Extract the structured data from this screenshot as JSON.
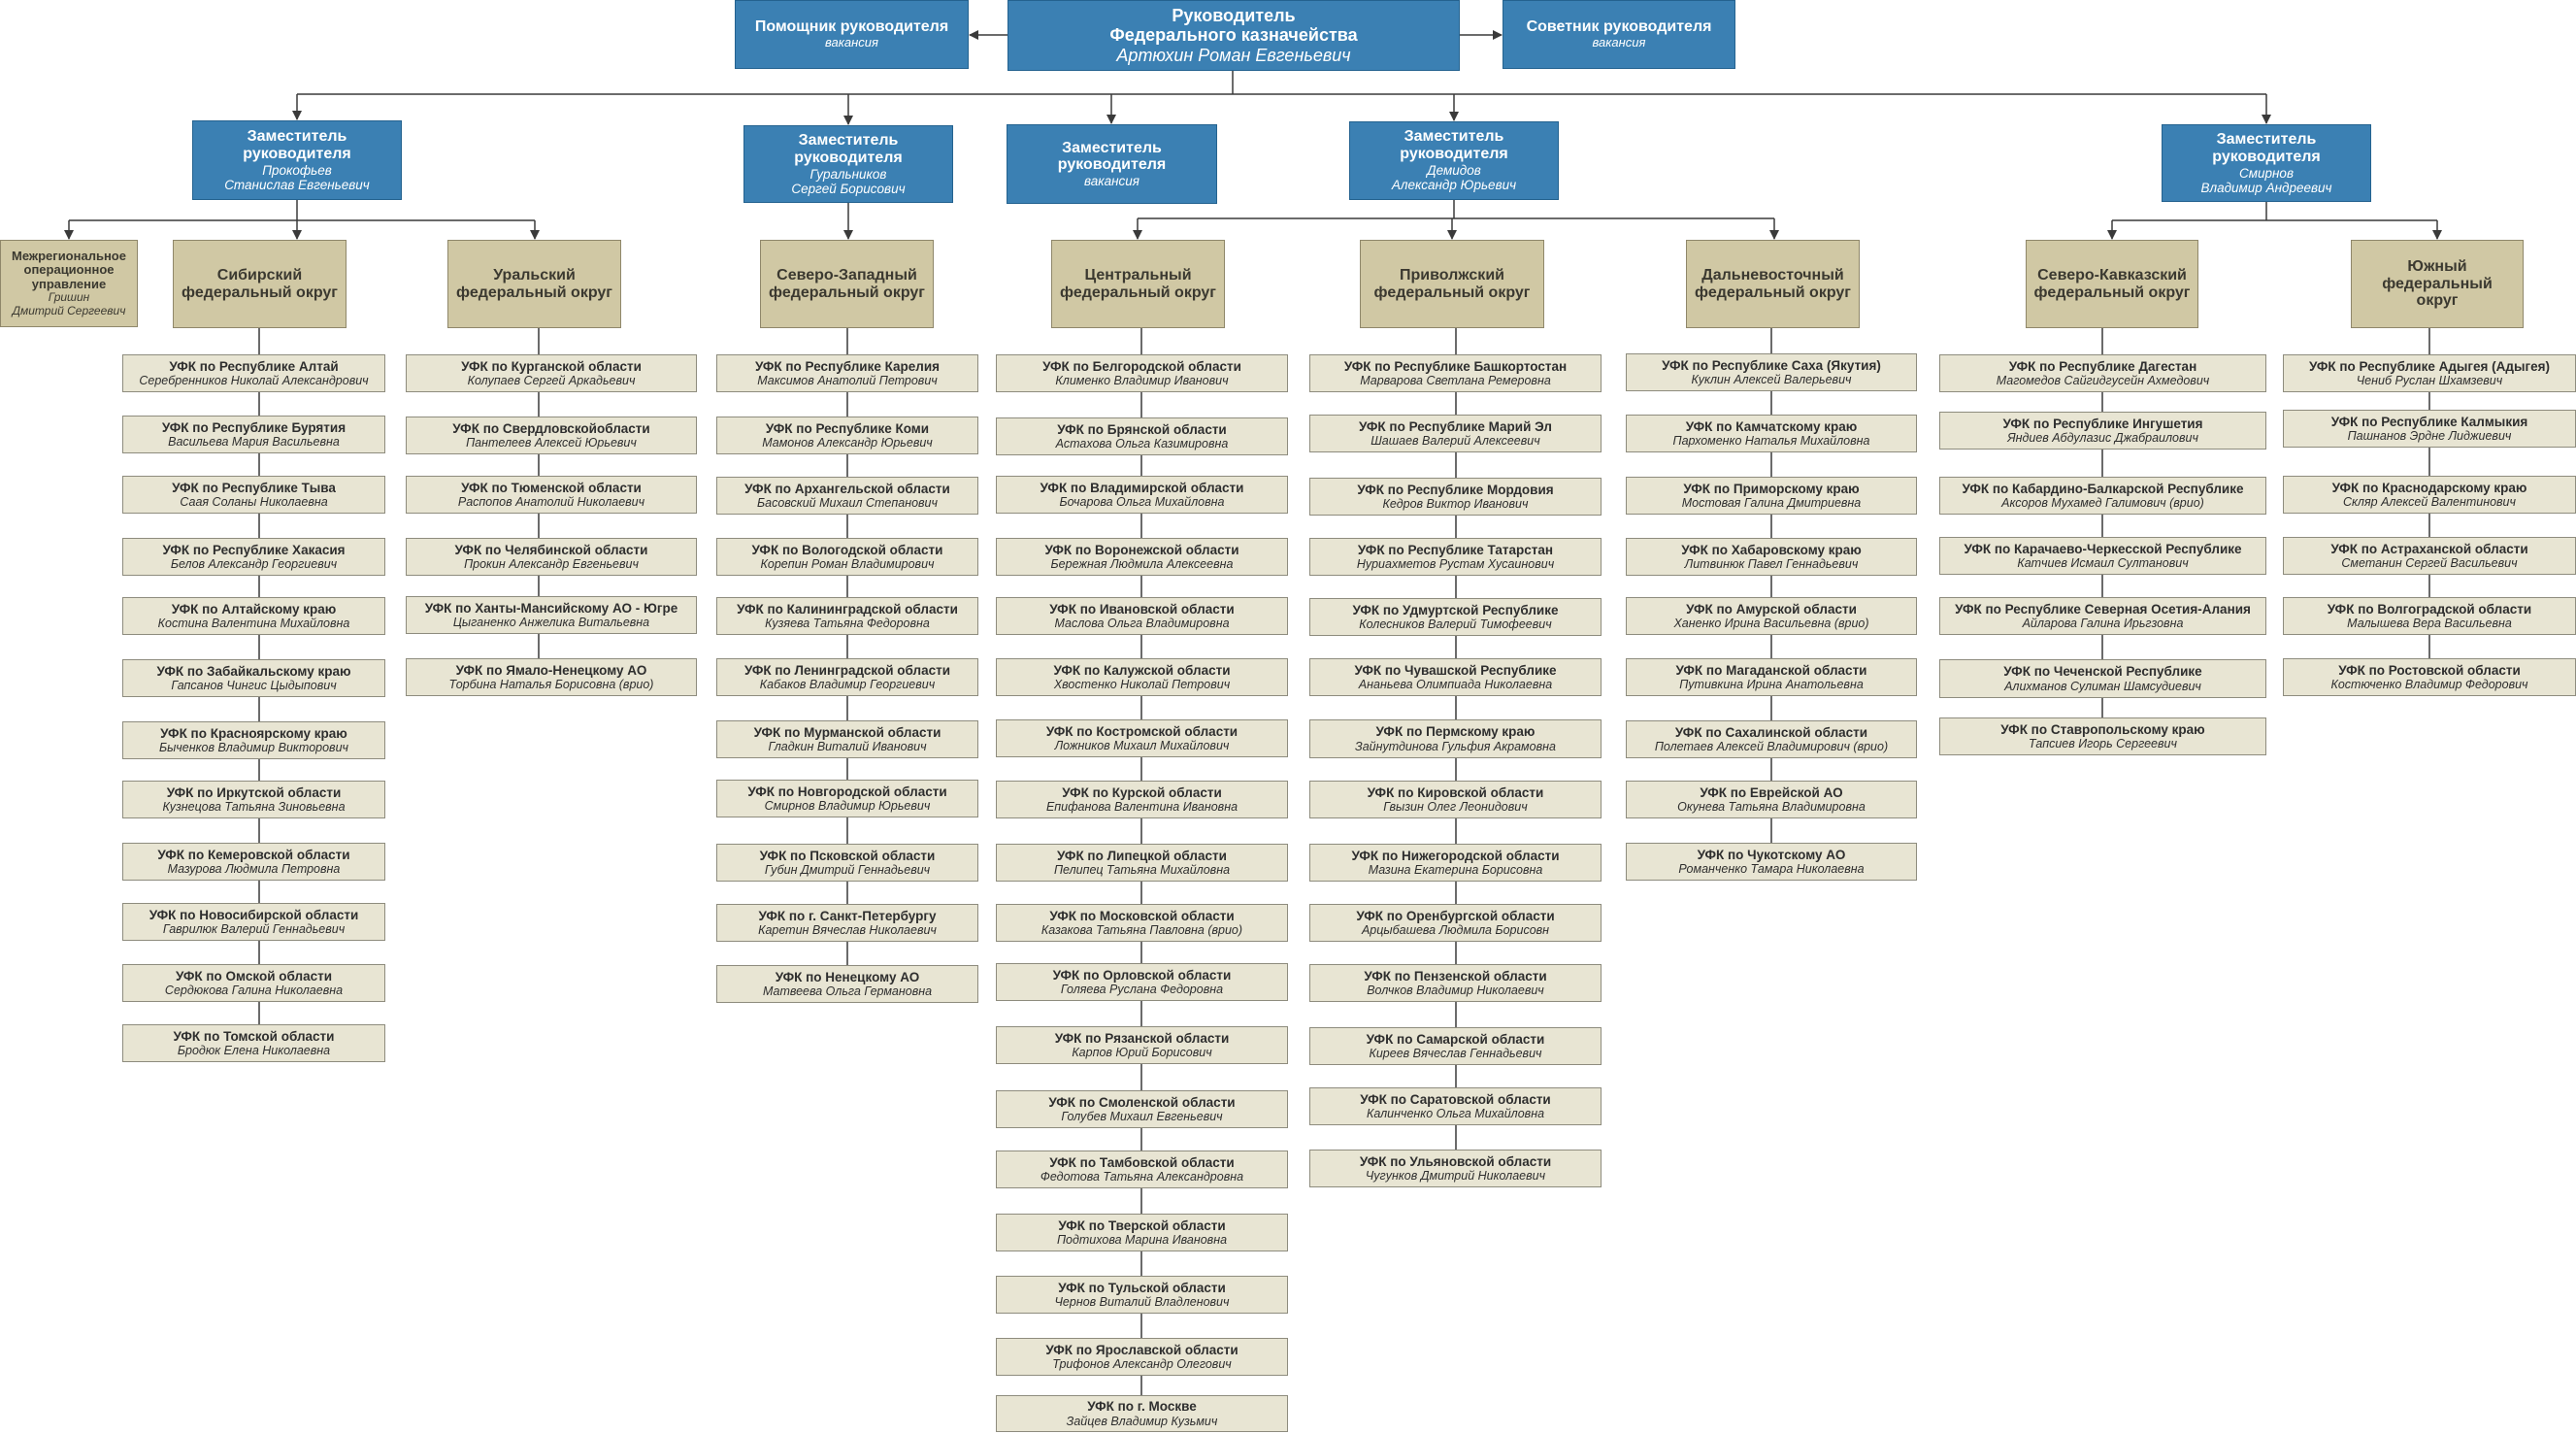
{
  "colors": {
    "leader_fill": "#3b80b3",
    "district_fill": "#d0c8a4",
    "ufk_fill": "#e8e5d3",
    "line": "#3a3a3a"
  },
  "head": {
    "title_line1": "Руководитель",
    "title_line2": "Федерального казначейства",
    "name": "Артюхин Роман Евгеньевич"
  },
  "assistant": {
    "title": "Помощник руководителя",
    "name": "вакансия"
  },
  "advisor": {
    "title": "Советник руководителя",
    "name": "вакансия"
  },
  "deputies": [
    {
      "title": "Заместитель руководителя",
      "name1": "Прокофьев",
      "name2": "Станислав Евгеньевич"
    },
    {
      "title": "Заместитель руководителя",
      "name1": "Гуральников",
      "name2": "Сергей Борисович"
    },
    {
      "title": "Заместитель руководителя",
      "name1": "вакансия",
      "name2": ""
    },
    {
      "title": "Заместитель руководителя",
      "name1": "Демидов",
      "name2": "Александр Юрьевич"
    },
    {
      "title": "Заместитель руководителя",
      "name1": "Смирнов",
      "name2": "Владимир Андреевич"
    }
  ],
  "interregional": {
    "line1": "Межрегиональное",
    "line2": "операционное",
    "line3": "управление",
    "name1": "Гришин",
    "name2": "Дмитрий Сергеевич"
  },
  "districts": [
    {
      "l1": "Сибирский",
      "l2": "федеральный округ",
      "ufk": [
        {
          "title": "УФК по Республике Алтай",
          "name": "Серебренников Николай Александрович"
        },
        {
          "title": "УФК по Республике Бурятия",
          "name": "Васильева Мария Васильевна"
        },
        {
          "title": "УФК по Республике Тыва",
          "name": "Саая Соланы Николаевна"
        },
        {
          "title": "УФК по Республике Хакасия",
          "name": "Белов Александр Георгиевич"
        },
        {
          "title": "УФК по Алтайскому краю",
          "name": "Костина Валентина Михайловна"
        },
        {
          "title": "УФК по Забайкальскому краю",
          "name": "Гапсанов Чингис Цыдыпович"
        },
        {
          "title": "УФК по Красноярскому краю",
          "name": "Быченков Владимир Викторович"
        },
        {
          "title": "УФК по Иркутской области",
          "name": "Кузнецова Татьяна Зиновьевна"
        },
        {
          "title": "УФК по Кемеровской области",
          "name": "Мазурова Людмила Петровна"
        },
        {
          "title": "УФК по Новосибирской области",
          "name": "Гаврилюк Валерий Геннадьевич"
        },
        {
          "title": "УФК по Омской области",
          "name": "Сердюкова Галина Николаевна"
        },
        {
          "title": "УФК по Томской области",
          "name": "Бродюк Елена Николаевна"
        }
      ]
    },
    {
      "l1": "Уральский",
      "l2": "федеральный округ",
      "ufk": [
        {
          "title": "УФК по Курганской области",
          "name": "Колупаев Сергей Аркадьевич"
        },
        {
          "title": "УФК по Свердловскойобласти",
          "name": "Пантелеев Алексей Юрьевич"
        },
        {
          "title": "УФК по Тюменской области",
          "name": "Распопов Анатолий Николаевич"
        },
        {
          "title": "УФК по Челябинской области",
          "name": "Прокин Александр Евгеньевич"
        },
        {
          "title": "УФК по Ханты-Мансийскому АО - Югре",
          "name": "Цыганенко Анжелика Витальевна"
        },
        {
          "title": "УФК по Ямало-Ненецкому АО",
          "name": "Торбина Наталья Борисовна (врио)"
        }
      ]
    },
    {
      "l1": "Северо-Западный",
      "l2": "федеральный округ",
      "ufk": [
        {
          "title": "УФК по Республике Карелия",
          "name": "Максимов Анатолий Петрович"
        },
        {
          "title": "УФК по Республике Коми",
          "name": "Мамонов Александр Юрьевич"
        },
        {
          "title": "УФК по Архангельской области",
          "name": "Басовский Михаил Степанович"
        },
        {
          "title": "УФК по Вологодской области",
          "name": "Корепин Роман Владимирович"
        },
        {
          "title": "УФК по Калининградской области",
          "name": "Кузяева Татьяна Федоровна"
        },
        {
          "title": "УФК по Ленинградской области",
          "name": "Кабаков Владимир Георгиевич"
        },
        {
          "title": "УФК по Мурманской области",
          "name": "Гладкин Виталий Иванович"
        },
        {
          "title": "УФК по Новгородской области",
          "name": "Смирнов Владимир Юрьевич"
        },
        {
          "title": "УФК по Псковской области",
          "name": "Губин Дмитрий Геннадьевич"
        },
        {
          "title": "УФК по г. Санкт-Петербургу",
          "name": "Каретин Вячеслав Николаевич"
        },
        {
          "title": "УФК по Ненецкому АО",
          "name": "Матвеева Ольга Германовна"
        }
      ]
    },
    {
      "l1": "Центральный",
      "l2": "федеральный округ",
      "ufk": [
        {
          "title": "УФК по Белгородской области",
          "name": "Клименко Владимир Иванович"
        },
        {
          "title": "УФК по Брянской области",
          "name": "Астахова Ольга Казимировна"
        },
        {
          "title": "УФК по Владимирской области",
          "name": "Бочарова Ольга Михайловна"
        },
        {
          "title": "УФК по Воронежской области",
          "name": "Бережная Людмила Алексеевна"
        },
        {
          "title": "УФК по Ивановской области",
          "name": "Маслова Ольга Владимировна"
        },
        {
          "title": "УФК по Калужской области",
          "name": "Хвостенко Николай Петрович"
        },
        {
          "title": "УФК по Костромской области",
          "name": "Ложников Михаил Михайлович"
        },
        {
          "title": "УФК по Курской области",
          "name": "Епифанова Валентина Ивановна"
        },
        {
          "title": "УФК по Липецкой области",
          "name": "Пелипец Татьяна Михайловна"
        },
        {
          "title": "УФК по Московской области",
          "name": "Казакова Татьяна Павловна (врио)"
        },
        {
          "title": "УФК по Орловской области",
          "name": "Голяева Руслана Федоровна"
        },
        {
          "title": "УФК по Рязанской области",
          "name": "Карпов Юрий Борисович"
        },
        {
          "title": "УФК по Смоленской области",
          "name": "Голубев Михаил Евгеньевич"
        },
        {
          "title": "УФК по Тамбовской области",
          "name": "Федотова Татьяна Александровна"
        },
        {
          "title": "УФК по Тверской области",
          "name": "Подтихова Марина Ивановна"
        },
        {
          "title": "УФК по Тульской области",
          "name": "Чернов Виталий Владленович"
        },
        {
          "title": "УФК по Ярославской области",
          "name": "Трифонов Александр Олегович"
        },
        {
          "title": "УФК по г. Москве",
          "name": "Зайцев Владимир Кузьмич"
        }
      ]
    },
    {
      "l1": "Приволжский",
      "l2": "федеральный округ",
      "ufk": [
        {
          "title": "УФК по Республике Башкортостан",
          "name": "Марварова Светлана Ремеровна"
        },
        {
          "title": "УФК по Республике Марий Эл",
          "name": "Шашаев Валерий Алексеевич"
        },
        {
          "title": "УФК по Республике Мордовия",
          "name": "Кедров Виктор Иванович"
        },
        {
          "title": "УФК по Республике Татарстан",
          "name": "Нуриахметов Рустам Хусаинович"
        },
        {
          "title": "УФК по Удмуртской Республике",
          "name": "Колесников Валерий Тимофеевич"
        },
        {
          "title": "УФК по Чувашской Республике",
          "name": "Ананьева Олимпиада Николаевна"
        },
        {
          "title": "УФК по Пермскому краю",
          "name": "Зайнутдинова Гульфия Акрамовна"
        },
        {
          "title": "УФК по Кировской области",
          "name": "Гвызин Олег Леонидович"
        },
        {
          "title": "УФК по Нижегородской области",
          "name": "Мазина Екатерина Борисовна"
        },
        {
          "title": "УФК по Оренбургской области",
          "name": "Арцыбашева Людмила Борисовн"
        },
        {
          "title": "УФК по Пензенской области",
          "name": "Волчков Владимир Николаевич"
        },
        {
          "title": "УФК по Самарской области",
          "name": "Киреев Вячеслав Геннадьевич"
        },
        {
          "title": "УФК по Саратовской области",
          "name": "Калинченко Ольга Михайловна"
        },
        {
          "title": "УФК по Ульяновской области",
          "name": "Чугунков Дмитрий Николаевич"
        }
      ]
    },
    {
      "l1": "Дальневосточный",
      "l2": "федеральный округ",
      "ufk": [
        {
          "title": "УФК по Республике Саха (Якутия)",
          "name": "Куклин Алексей Валерьевич"
        },
        {
          "title": "УФК по Камчатскому краю",
          "name": "Пархоменко Наталья Михайловна"
        },
        {
          "title": "УФК по Приморскому краю",
          "name": "Мостовая Галина Дмитриевна"
        },
        {
          "title": "УФК по Хабаровскому краю",
          "name": "Литвинюк Павел Геннадьевич"
        },
        {
          "title": "УФК по Амурской области",
          "name": "Ханенко Ирина Васильевна (врио)"
        },
        {
          "title": "УФК по Магаданской области",
          "name": "Путивкина Ирина Анатольевна"
        },
        {
          "title": "УФК по Сахалинской области",
          "name": "Полетаев Алексей Владимирович (врио)"
        },
        {
          "title": "УФК по Еврейской АО",
          "name": "Окунева Татьяна Владимировна"
        },
        {
          "title": "УФК по Чукотскому АО",
          "name": "Романченко Тамара Николаевна"
        }
      ]
    },
    {
      "l1": "Северо-Кавказский",
      "l2": "федеральный округ",
      "ufk": [
        {
          "title": "УФК по Республике Дагестан",
          "name": "Магомедов Сайгидгусейн Ахмедович"
        },
        {
          "title": "УФК по Республике Ингушетия",
          "name": "Яндиев Абдулазис Джабраилович"
        },
        {
          "title": "УФК по Кабардино-Балкарской Республике",
          "name": "Аксоров Мухамед Галимович (врио)"
        },
        {
          "title": "УФК по Карачаево-Черкесской Республике",
          "name": "Катчиев Исмаил Султанович"
        },
        {
          "title": "УФК по Республике Северная Осетия-Алания",
          "name": "Айларова Галина Ирьгзовна"
        },
        {
          "title": "УФК по Чеченской Республике",
          "name": "Алихманов Сулиман Шамсудиевич"
        },
        {
          "title": "УФК по Ставропольскому краю",
          "name": "Тапсиев Игорь Сергеевич"
        }
      ]
    },
    {
      "l1": "Южный федеральный",
      "l2": "округ",
      "ufk": [
        {
          "title": "УФК по Республике Адыгея (Адыгея)",
          "name": "Чениб Руслан Шхамзевич"
        },
        {
          "title": "УФК по Республике Калмыкия",
          "name": "Пашнанов Эрдне Лиджиевич"
        },
        {
          "title": "УФК по Краснодарскому краю",
          "name": "Скляр Алексей Валентинович"
        },
        {
          "title": "УФК по Астраханской области",
          "name": "Сметанин Сергей Васильевич"
        },
        {
          "title": "УФК по Волгоградской области",
          "name": "Малышева Вера Васильевна"
        },
        {
          "title": "УФК по Ростовской области",
          "name": "Костюченко Владимир Федорович"
        }
      ]
    }
  ]
}
